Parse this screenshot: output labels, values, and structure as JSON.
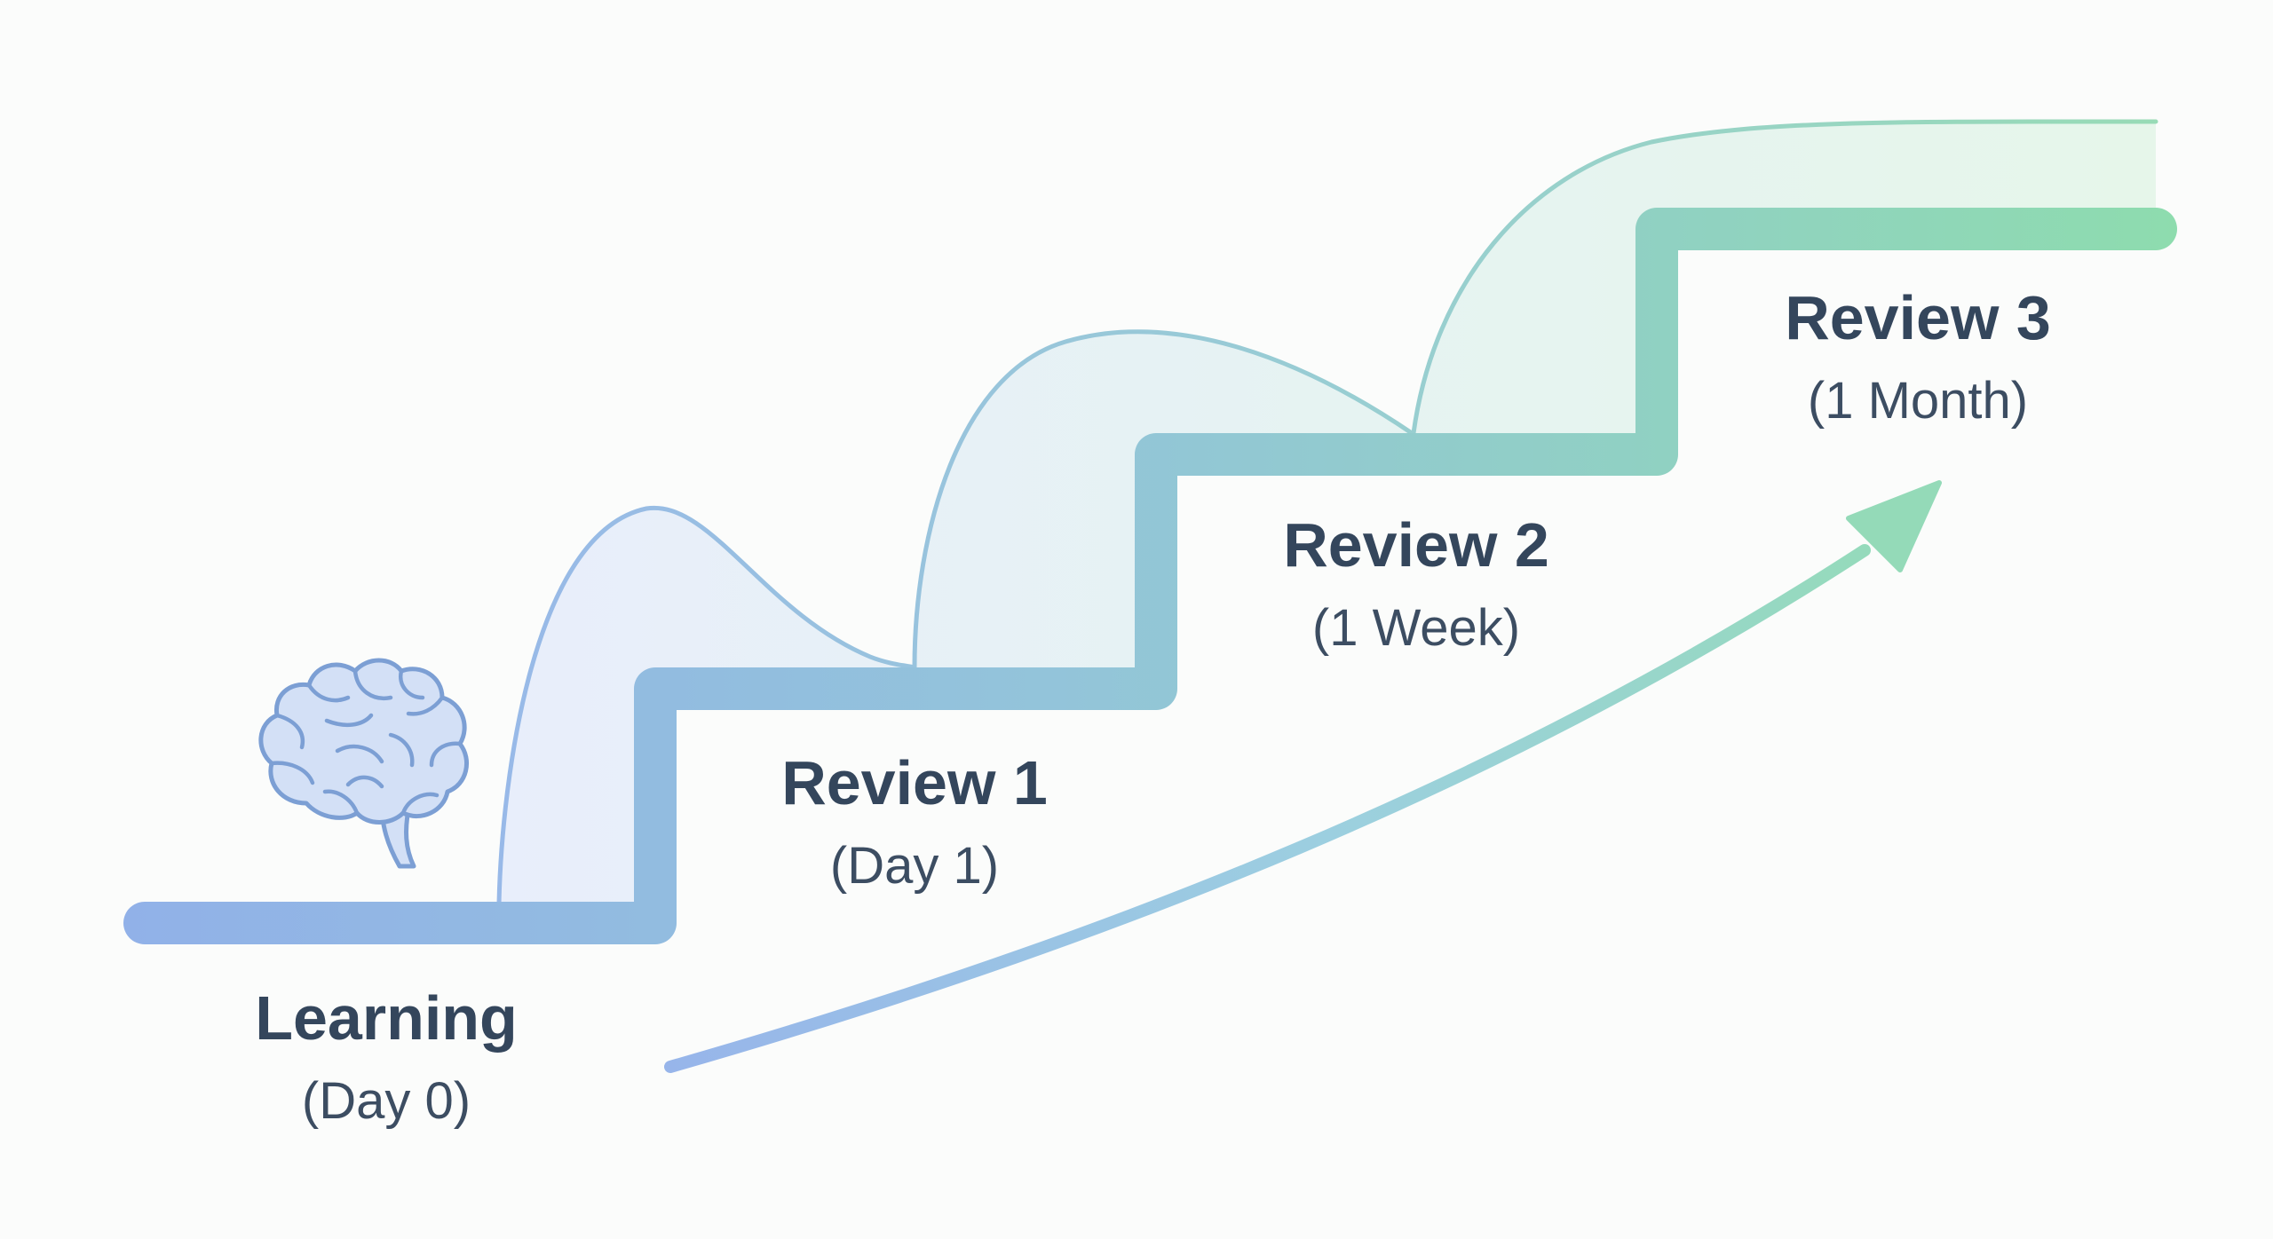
{
  "diagram": {
    "stages": [
      {
        "title": "Learning",
        "subtitle": "(Day 0)"
      },
      {
        "title": "Review 1",
        "subtitle": "(Day 1)"
      },
      {
        "title": "Review 2",
        "subtitle": "(1 Week)"
      },
      {
        "title": "Review 3",
        "subtitle": "(1 Month)"
      }
    ],
    "icons": [
      "brain-icon",
      "upward-arrow-icon"
    ],
    "colors": {
      "start": "#8fb0e6",
      "middle": "#93c6d6",
      "end": "#8fdab0",
      "text": "#34465c",
      "background": "#fbfcfb"
    }
  }
}
